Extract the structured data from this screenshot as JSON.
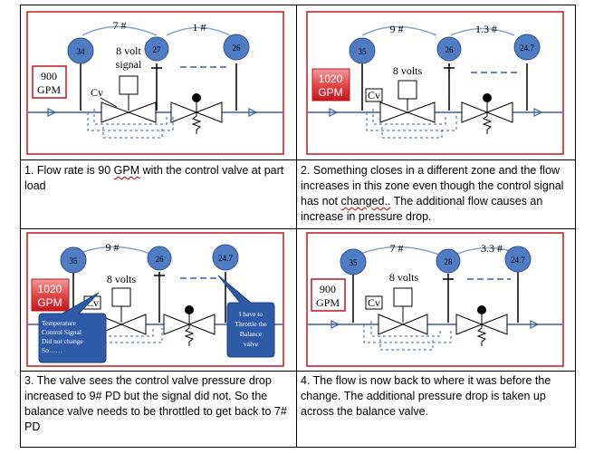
{
  "panels": [
    {
      "gauges": [
        "34",
        "27",
        "26"
      ],
      "dp_left": "7 #",
      "dp_right": "1 #",
      "signal": [
        "8 volt",
        "signal"
      ],
      "flow": [
        "900",
        "GPM"
      ],
      "cv": "Cv"
    },
    {
      "gauges": [
        "35",
        "26",
        "24.7"
      ],
      "dp_left": "9 #",
      "dp_right": "1.3 #",
      "signal": [
        "8 volts"
      ],
      "flow": [
        "1020",
        "GPM"
      ],
      "cv": "Cv"
    },
    {
      "gauges": [
        "35",
        "26",
        "24.7"
      ],
      "dp_left": "9 #",
      "signal": [
        "8 volts"
      ],
      "flow": [
        "1020",
        "GPM"
      ],
      "cv": "Cv",
      "callout_left": [
        "Temperature",
        "Control Signal",
        "Did not change",
        "So……"
      ],
      "callout_right": [
        "I have to",
        "Throttle the",
        "Balance",
        "valve"
      ]
    },
    {
      "gauges": [
        "35",
        "28",
        "24.7"
      ],
      "dp_left": "7 #",
      "dp_right": "3.3 #",
      "signal": [
        "8 volts"
      ],
      "flow": [
        "900",
        "GPM"
      ],
      "cv": "Cv"
    }
  ],
  "captions": {
    "c1": {
      "a": "1. Flow rate is 90 ",
      "b": "GPM",
      "c": " with the control valve at part load"
    },
    "c2": {
      "a": "2. Something closes in a different zone and the flow increases in this zone even though the control signal has not ",
      "b": "changed..",
      "c": " The additional flow causes an increase in pressure drop."
    },
    "c3": "3. The valve sees the control valve pressure drop increased to 9# PD but the signal did not. So the balance valve needs to be throttled to get back to 7# PD",
    "c4": "4. The flow is now back to where it was before the change. The additional pressure drop is taken up across the balance valve."
  }
}
